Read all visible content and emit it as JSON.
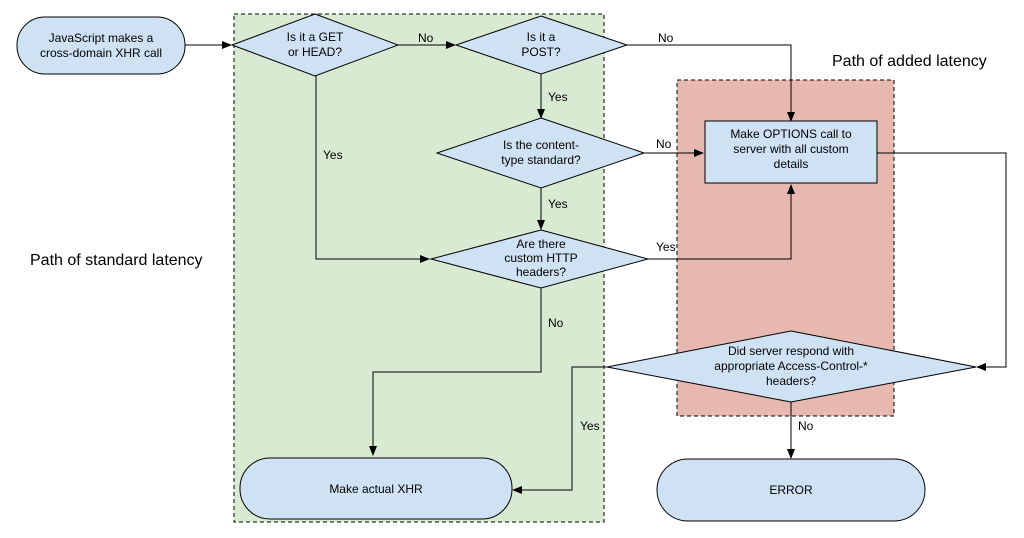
{
  "regions": {
    "standard_label": "Path of standard latency",
    "added_label": "Path of added latency",
    "standard_color": "#d9ead3",
    "added_color": "#e6b8af"
  },
  "nodes": {
    "start": [
      "JavaScript makes a",
      "cross-domain XHR call"
    ],
    "get_head": [
      "Is it a GET",
      "or HEAD?"
    ],
    "post": [
      "Is it a",
      "POST?"
    ],
    "content_type": [
      "Is the content-",
      "type standard?"
    ],
    "custom_headers": [
      "Are there",
      "custom HTTP",
      "headers?"
    ],
    "options_call": [
      "Make OPTIONS call to",
      "server with all custom",
      "details"
    ],
    "server_respond": [
      "Did server respond with",
      "appropriate Access-Control-*",
      "headers?"
    ],
    "make_xhr": [
      "Make actual XHR"
    ],
    "error": [
      "ERROR"
    ]
  },
  "edge_labels": {
    "get_no": "No",
    "post_no": "No",
    "post_yes": "Yes",
    "get_yes": "Yes",
    "content_no": "No",
    "content_yes": "Yes",
    "headers_yes": "Yes",
    "headers_no": "No",
    "server_yes": "Yes",
    "server_no": "No"
  },
  "colors": {
    "node_fill": "#cfe2f3",
    "stroke": "#000000"
  }
}
